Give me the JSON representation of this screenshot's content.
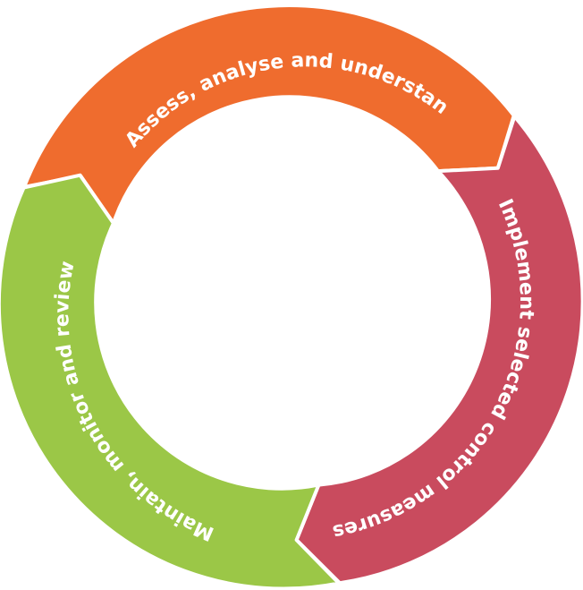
{
  "diagram": {
    "segments": [
      {
        "id": "assess",
        "label": "Assess, analyse and understand",
        "color": "#EF6C2E"
      },
      {
        "id": "implement",
        "label": "Implement selected control measures",
        "color": "#C94B5E"
      },
      {
        "id": "maintain",
        "label": "Maintain, monitor and review",
        "color": "#9BC747"
      }
    ]
  }
}
